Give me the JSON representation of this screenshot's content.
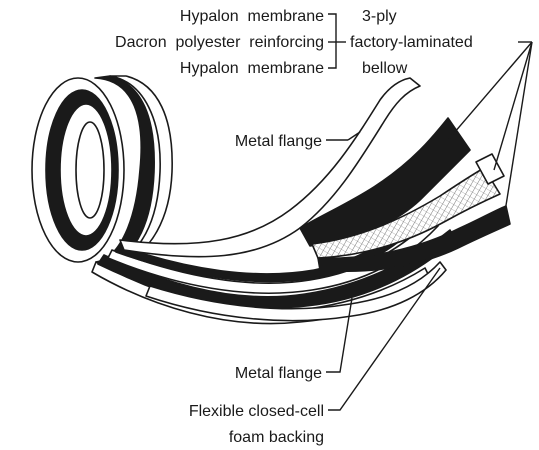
{
  "labels": {
    "membrane_top": "Hypalon  membrane",
    "reinforcing": "Dacron  polyester  reinforcing",
    "membrane_bottom": "Hypalon  membrane",
    "bellow_line1": "3-ply",
    "bellow_line2": "factory-laminated",
    "bellow_line3": "bellow",
    "metal_flange_top": "Metal flange",
    "metal_flange_bottom": "Metal flange",
    "foam_line1": "Flexible closed-cell",
    "foam_line2": "foam backing"
  }
}
